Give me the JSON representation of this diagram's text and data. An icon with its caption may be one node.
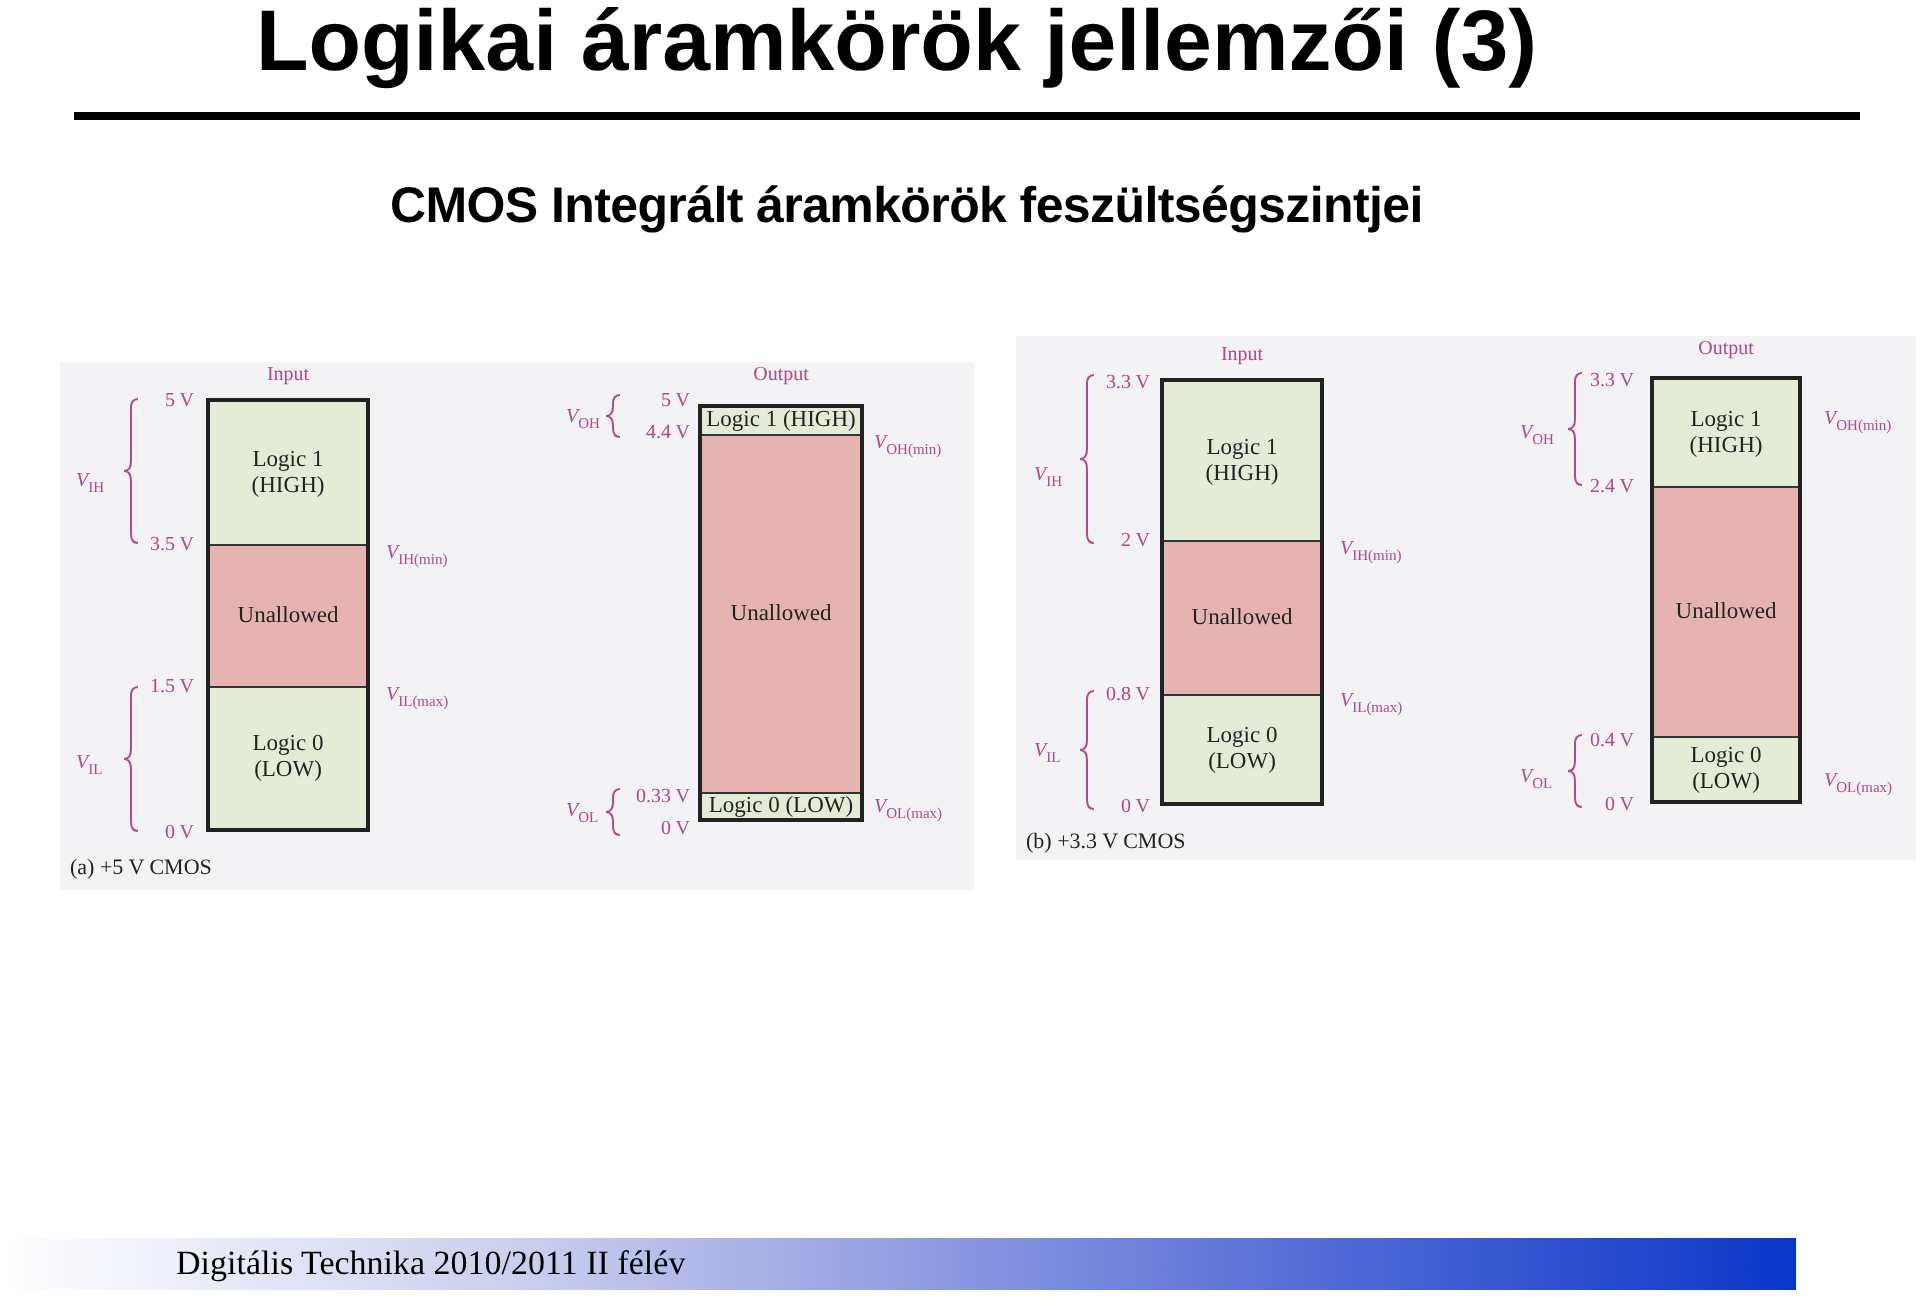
{
  "diagram": {
    "title": "Logikai áramkörök jellemzői (3)",
    "nodes": [
      {
        "text": [
          "(a) +5 V CMOS"
        ]
      },
      {
        "text": [
          "Input"
        ],
        "in": 0
      },
      {
        "text": [
          "Logic 1 (HIGH)"
        ],
        "in": 1
      },
      {
        "text": [
          "Unallowed"
        ],
        "in": 1
      },
      {
        "text": [
          "Logic 0 (LOW)"
        ],
        "in": 1
      },
      {
        "text": [
          "Output"
        ],
        "in": 0
      },
      {
        "text": [
          "Logic 1 (HIGH)"
        ],
        "in": 5
      },
      {
        "text": [
          "Unallowed"
        ],
        "in": 5
      },
      {
        "text": [
          "Logic 0 (LOW)"
        ],
        "in": 5
      },
      {
        "text": [
          "(b) +3.3 V CMOS"
        ]
      },
      {
        "text": [
          "Input"
        ],
        "in": 9
      },
      {
        "text": [
          "Logic 1 (HIGH)"
        ],
        "in": 10
      },
      {
        "text": [
          "Unallowed"
        ],
        "in": 10
      },
      {
        "text": [
          "Logic 0 (LOW)"
        ],
        "in": 10
      },
      {
        "text": [
          "Output"
        ],
        "in": 9
      },
      {
        "text": [
          "Logic 1 (HIGH)"
        ],
        "in": 14
      },
      {
        "text": [
          "Unallowed"
        ],
        "in": 14
      },
      {
        "text": [
          "Logic 0 (LOW)"
        ],
        "in": 14
      }
    ],
    "edges": [],
    "labels": [
      "CMOS Integrált áramkörök feszültségszintjei",
      "5 V",
      "*V*$_{IH}$",
      "3.5 V",
      "*V*$_{IH(min)}$",
      "1.5 V",
      "*V*$_{IL(max)}$",
      "*V*$_{IL}$",
      "0 V",
      "*V*$_{OH}$",
      "5 V",
      "4.4 V",
      "*V*$_{OH(min)}$",
      "*V*$_{OL}$",
      "0.33 V",
      "*V*$_{OL(max)}$",
      "0 V",
      "3.3 V",
      "*V*$_{IH}$",
      "2 V",
      "*V*$_{IH(min)}$",
      "0.8 V",
      "*V*$_{IL(max)}$",
      "*V*$_{IL}$",
      "0 V",
      "3.3 V",
      "*V*$_{OH}$",
      "*V*$_{OH(min)}$",
      "2.4 V",
      "0.4 V",
      "*V*$_{OL}$",
      "*V*$_{OL(max)}$",
      "0 V",
      "Digitális Technika 2010/2011 II félév"
    ]
  }
}
